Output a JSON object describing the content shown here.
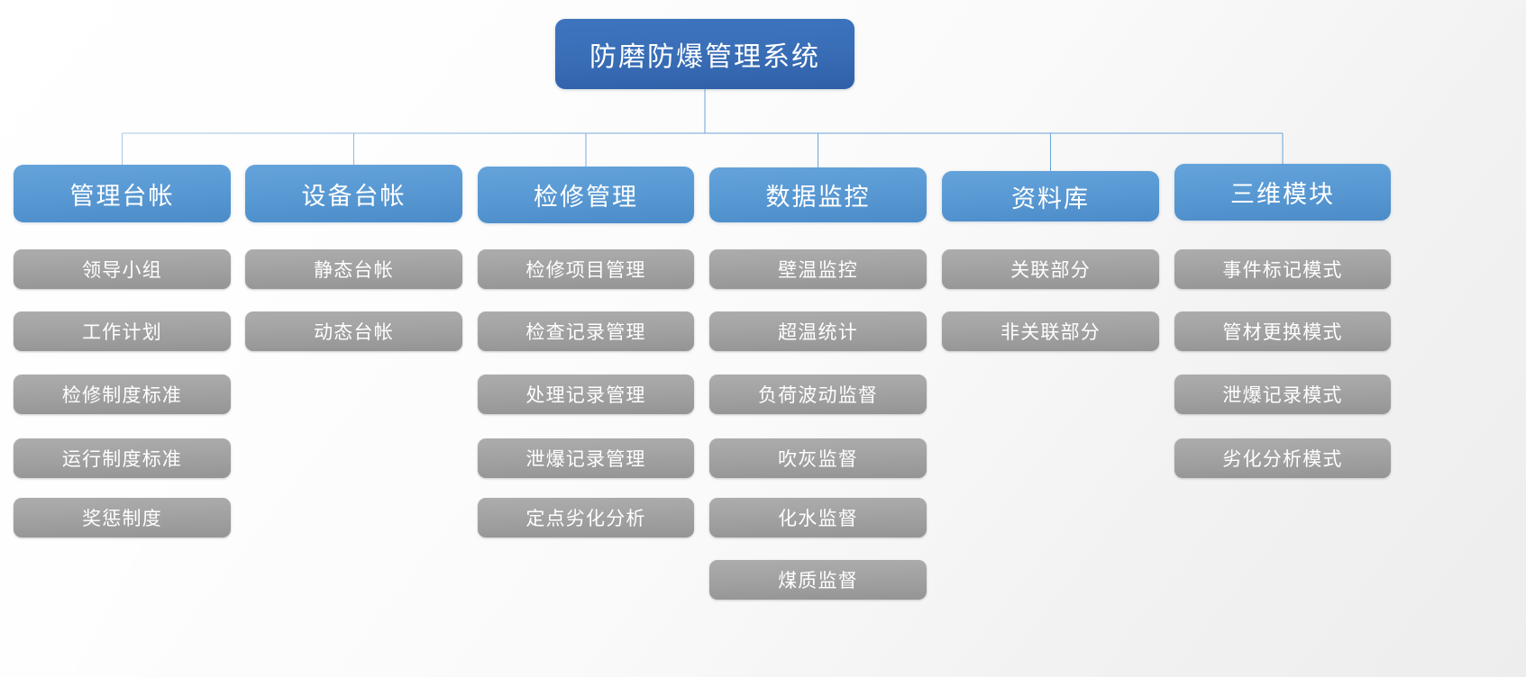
{
  "diagram": {
    "type": "organization-hierarchy",
    "orientation": "top-down",
    "levels": 3,
    "colors": {
      "root_fill": "#3a6fb8",
      "level2_fill": "#5b9bd5",
      "leaf_fill": "#a2a2a2",
      "connector_line": "#6ba3d6",
      "node_text": "#ffffff",
      "canvas_background": "#fafafa"
    },
    "root": {
      "label": "防磨防爆管理系统"
    },
    "branches": [
      {
        "label": "管理台帐",
        "children": [
          {
            "label": "领导小组"
          },
          {
            "label": "工作计划"
          },
          {
            "label": "检修制度标准"
          },
          {
            "label": "运行制度标准"
          },
          {
            "label": "奖惩制度"
          }
        ]
      },
      {
        "label": "设备台帐",
        "children": [
          {
            "label": "静态台帐"
          },
          {
            "label": "动态台帐"
          }
        ]
      },
      {
        "label": "检修管理",
        "children": [
          {
            "label": "检修项目管理"
          },
          {
            "label": "检查记录管理"
          },
          {
            "label": "处理记录管理"
          },
          {
            "label": "泄爆记录管理"
          },
          {
            "label": "定点劣化分析"
          }
        ]
      },
      {
        "label": "数据监控",
        "children": [
          {
            "label": "壁温监控"
          },
          {
            "label": "超温统计"
          },
          {
            "label": "负荷波动监督"
          },
          {
            "label": "吹灰监督"
          },
          {
            "label": "化水监督"
          },
          {
            "label": "煤质监督"
          }
        ]
      },
      {
        "label": "资料库",
        "children": [
          {
            "label": "关联部分"
          },
          {
            "label": "非关联部分"
          }
        ]
      },
      {
        "label": "三维模块",
        "children": [
          {
            "label": "事件标记模式"
          },
          {
            "label": "管材更换模式"
          },
          {
            "label": "泄爆记录模式"
          },
          {
            "label": "劣化分析模式"
          }
        ]
      }
    ]
  }
}
